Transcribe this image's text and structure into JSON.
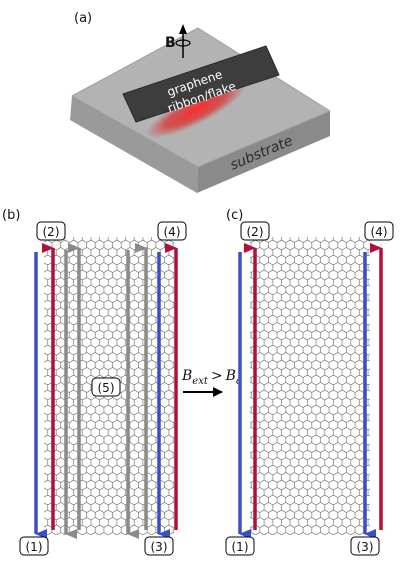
{
  "panels": {
    "a": "(a)",
    "b": "(b)",
    "c": "(c)"
  },
  "field_symbol": "B",
  "flake_label_line1": "graphene",
  "flake_label_line2": "ribbon/flake",
  "substrate_label": "substrate",
  "transition": {
    "B": "B",
    "ext": "ext",
    "op": ">",
    "c": "c"
  },
  "terminals": {
    "t1": "(1)",
    "t2": "(2)",
    "t3": "(3)",
    "t4": "(4)",
    "t5": "(5)"
  },
  "colors": {
    "blue": "#3a4fc4",
    "red": "#b0103a",
    "gray": "#8a8a8a",
    "substrate_top": "#b3b3b3",
    "substrate_side": "#8c8c8c",
    "flake": "#3d3d3d"
  }
}
